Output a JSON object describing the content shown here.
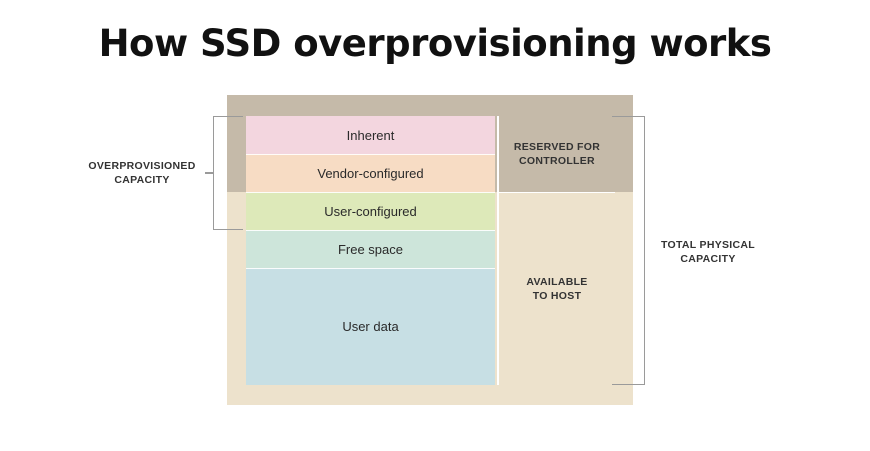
{
  "title": "How SSD overprovisioning works",
  "layers": {
    "inherent": "Inherent",
    "vendor": "Vendor-configured",
    "user": "User-configured",
    "free": "Free space",
    "data": "User data"
  },
  "right": {
    "reserved": "RESERVED FOR CONTROLLER",
    "available": "AVAILABLE TO HOST"
  },
  "labels": {
    "overprovisioned": "OVERPROVISIONED CAPACITY",
    "total": "TOTAL PHYSICAL CAPACITY"
  },
  "colors": {
    "inherent": "#f3d6df",
    "vendor": "#f7dcc4",
    "user": "#dde9b9",
    "free": "#cde5da",
    "data": "#c7dfe4",
    "reserved": "#c5baa9",
    "available": "#ede2cc"
  }
}
